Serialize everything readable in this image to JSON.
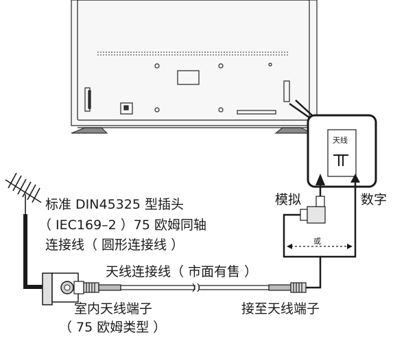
{
  "labels": {
    "antenna_type_line1": "标准 DIN45325 型插头",
    "antenna_type_line2": "（ IEC169–2 ）75 欧姆同轴",
    "antenna_type_line3": "连接线（ 圆形连接线 ）",
    "cable": "天线连接线（ 市面有售 ）",
    "wall_terminal_line1": "室内天线端子",
    "wall_terminal_line2": "（ 75 欧姆类型 ）",
    "connect_to": "接至天线端子",
    "analog": "模拟",
    "digital": "数字",
    "or": "或",
    "port_panel_label": "天线"
  }
}
